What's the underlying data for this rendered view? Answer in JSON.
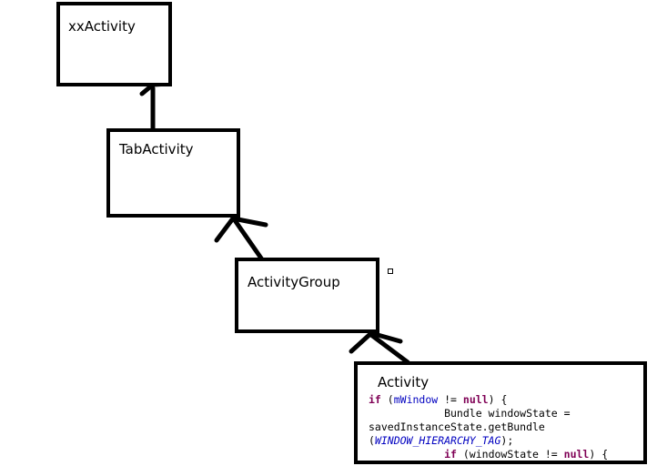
{
  "nodes": {
    "xx": {
      "label": "xxActivity"
    },
    "tab": {
      "label": "TabActivity"
    },
    "group": {
      "label": "ActivityGroup"
    },
    "activity": {
      "label": "Activity"
    }
  },
  "code": {
    "l1_kw_if": "if",
    "l1_a": " (",
    "l1_field": "mWindow",
    "l1_b": " != ",
    "l1_kw_null": "null",
    "l1_c": ") {",
    "l2": "            Bundle windowState =",
    "l3": "savedInstanceState.getBundle",
    "l4_a": "(",
    "l4_const": "WINDOW_HIERARCHY_TAG",
    "l4_b": ");",
    "l5_indent": "            ",
    "l5_kw_if": "if",
    "l5_a": " (windowState != ",
    "l5_kw_null": "null",
    "l5_b": ") {"
  },
  "colors": {
    "line": "#000000",
    "keyword": "#7f0055",
    "field": "#0000c0"
  }
}
